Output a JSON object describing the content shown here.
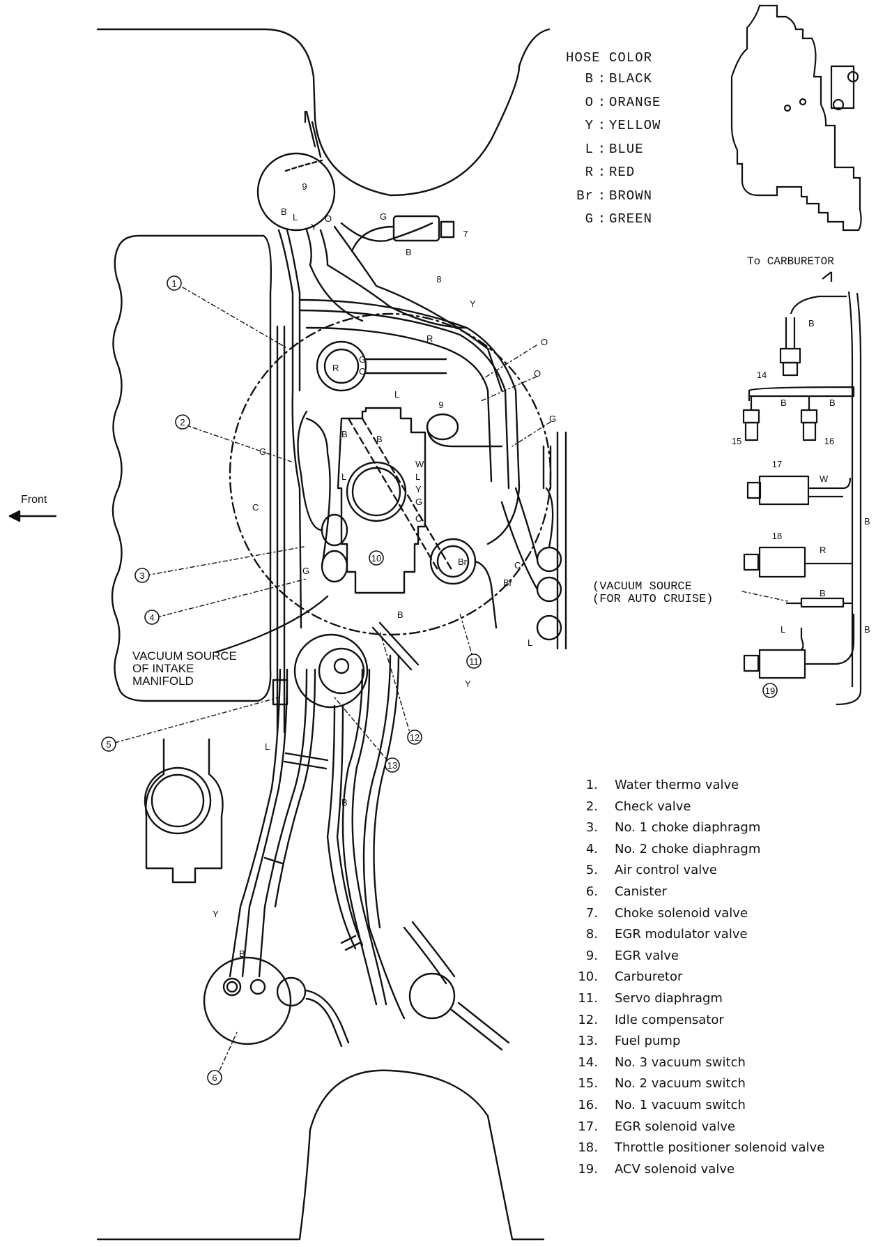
{
  "legend": {
    "title": "HOSE COLOR",
    "entries": [
      {
        "code": "B",
        "color": "BLACK"
      },
      {
        "code": "O",
        "color": "ORANGE"
      },
      {
        "code": "Y",
        "color": "YELLOW"
      },
      {
        "code": "L",
        "color": "BLUE"
      },
      {
        "code": "R",
        "color": "RED"
      },
      {
        "code": "Br",
        "color": "BROWN"
      },
      {
        "code": "G",
        "color": "GREEN"
      }
    ]
  },
  "labels": {
    "front": "Front",
    "to_carburetor": "To CARBURETOR",
    "vacuum_source_auto_cruise": "(VACUUM SOURCE\n(FOR AUTO CRUISE)",
    "vacuum_source_intake": "VACUUM SOURCE\nOF INTAKE\nMANIFOLD"
  },
  "parts": [
    {
      "num": "1.",
      "name": "Water thermo valve"
    },
    {
      "num": "2.",
      "name": "Check valve"
    },
    {
      "num": "3.",
      "name": "No. 1 choke diaphragm"
    },
    {
      "num": "4.",
      "name": "No. 2 choke diaphragm"
    },
    {
      "num": "5.",
      "name": "Air control valve"
    },
    {
      "num": "6.",
      "name": "Canister"
    },
    {
      "num": "7.",
      "name": "Choke solenoid valve"
    },
    {
      "num": "8.",
      "name": "EGR modulator valve"
    },
    {
      "num": "9.",
      "name": "EGR valve"
    },
    {
      "num": "10.",
      "name": "Carburetor"
    },
    {
      "num": "11.",
      "name": "Servo diaphragm"
    },
    {
      "num": "12.",
      "name": "Idle compensator"
    },
    {
      "num": "13.",
      "name": "Fuel pump"
    },
    {
      "num": "14.",
      "name": "No. 3 vacuum switch"
    },
    {
      "num": "15.",
      "name": "No. 2 vacuum switch"
    },
    {
      "num": "16.",
      "name": "No. 1 vacuum switch"
    },
    {
      "num": "17.",
      "name": "EGR solenoid valve"
    },
    {
      "num": "18.",
      "name": "Throttle positioner solenoid valve"
    },
    {
      "num": "19.",
      "name": "ACV solenoid valve"
    }
  ],
  "callouts": [
    "1",
    "2",
    "3",
    "4",
    "5",
    "6",
    "7",
    "8",
    "9",
    "10",
    "11",
    "12",
    "13",
    "14",
    "15",
    "16",
    "17",
    "18",
    "19"
  ],
  "hose_letters": [
    "B",
    "L",
    "Y",
    "O",
    "G",
    "R",
    "Br",
    "W",
    "C"
  ]
}
